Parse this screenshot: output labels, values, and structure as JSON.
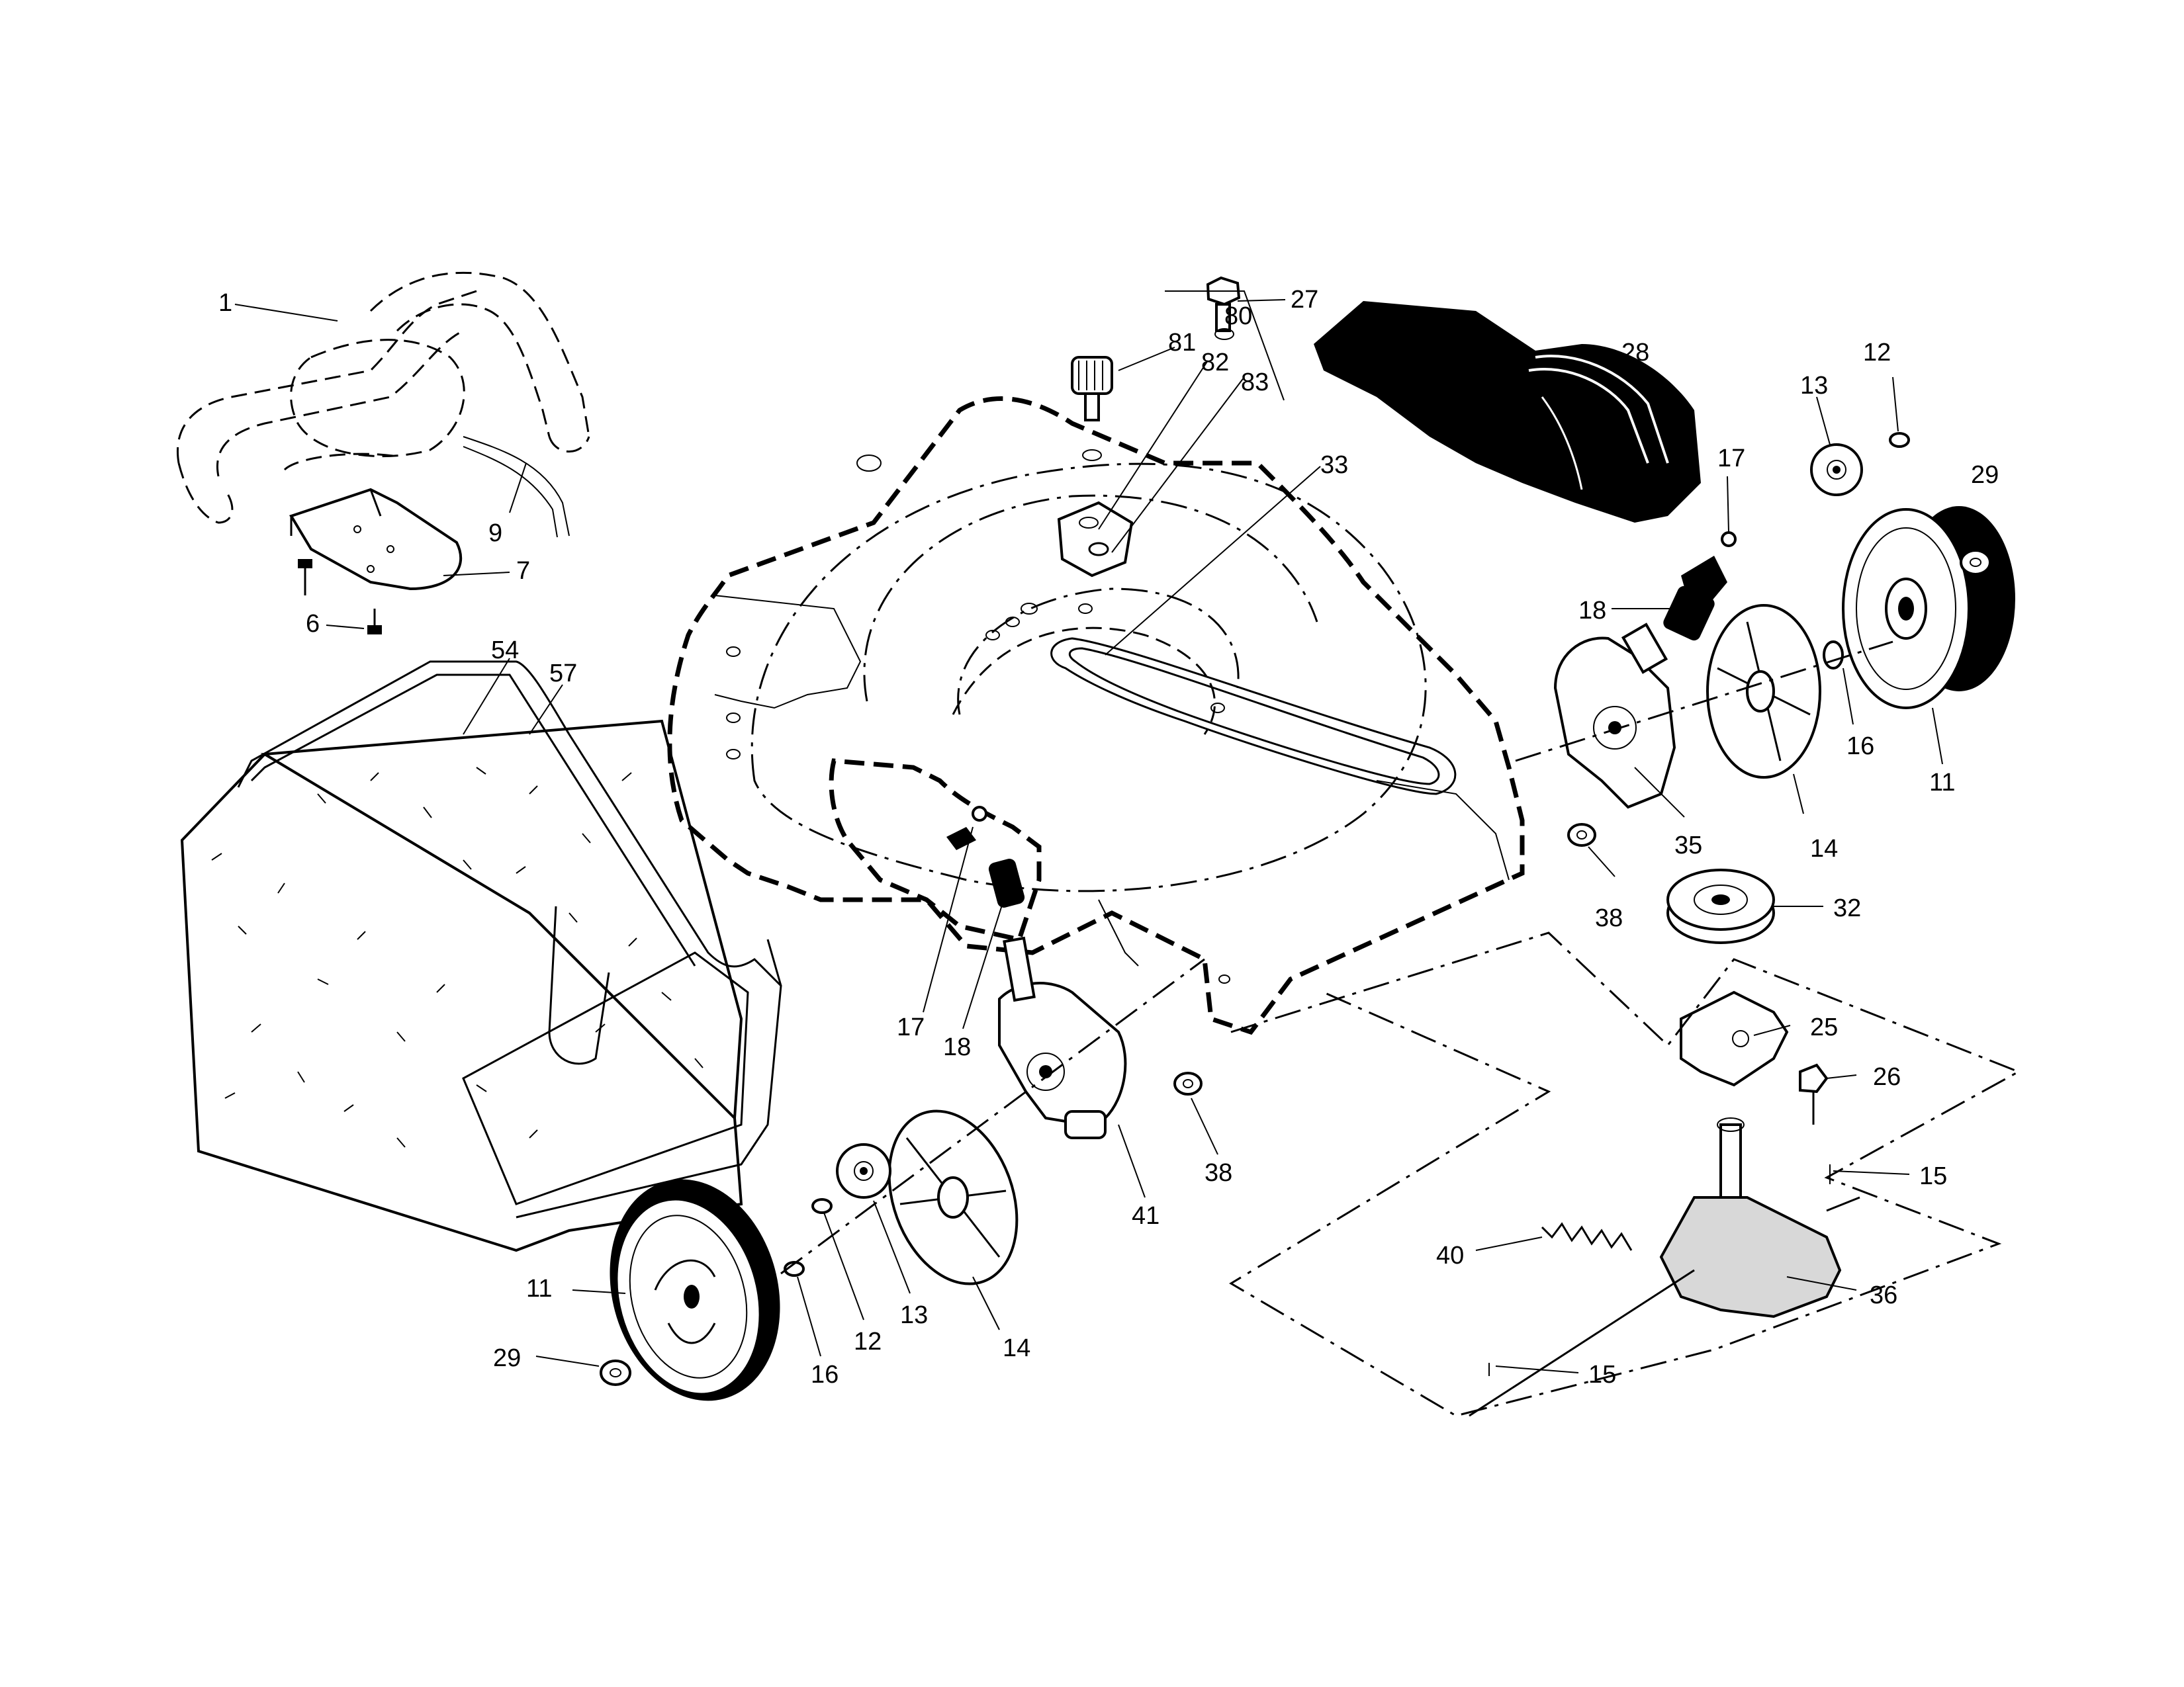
{
  "callouts": {
    "c1": "1",
    "c6": "6",
    "c7": "7",
    "c9": "9",
    "c54": "54",
    "c57": "57",
    "c80": "80",
    "c81": "81",
    "c82": "82",
    "c83": "83",
    "c27": "27",
    "c28": "28",
    "c33": "33",
    "c13_right": "13",
    "c12_right": "12",
    "c17_right": "17",
    "c29_right": "29",
    "c18_right": "18",
    "c16_right": "16",
    "c11_right": "11",
    "c35": "35",
    "c14_right": "14",
    "c38_right": "38",
    "c32": "32",
    "c25": "25",
    "c26": "26",
    "c15_top": "15",
    "c36": "36",
    "c40": "40",
    "c15_bottom": "15",
    "c17_left": "17",
    "c18_left": "18",
    "c38_left": "38",
    "c41": "41",
    "c14_left": "14",
    "c13_left": "13",
    "c12_left": "12",
    "c16_left": "16",
    "c11_left": "11",
    "c29_left": "29"
  }
}
